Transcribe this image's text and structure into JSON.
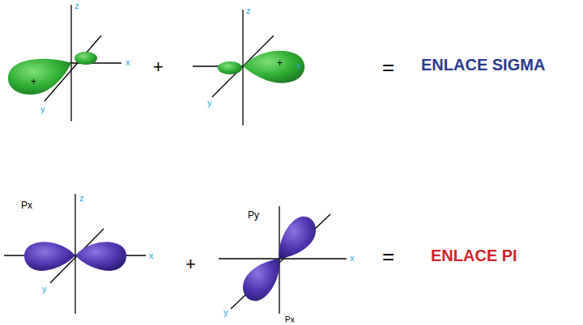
{
  "diagram": {
    "labels": [
      "z",
      "x",
      "y",
      "+",
      "+",
      "z",
      "x",
      "y",
      "+",
      "=",
      "ENLACE SIGMA",
      "Px",
      "z",
      "x",
      "y",
      "+",
      "Py",
      "x",
      "y",
      "Px",
      "=",
      "ENLACE PI"
    ]
  }
}
